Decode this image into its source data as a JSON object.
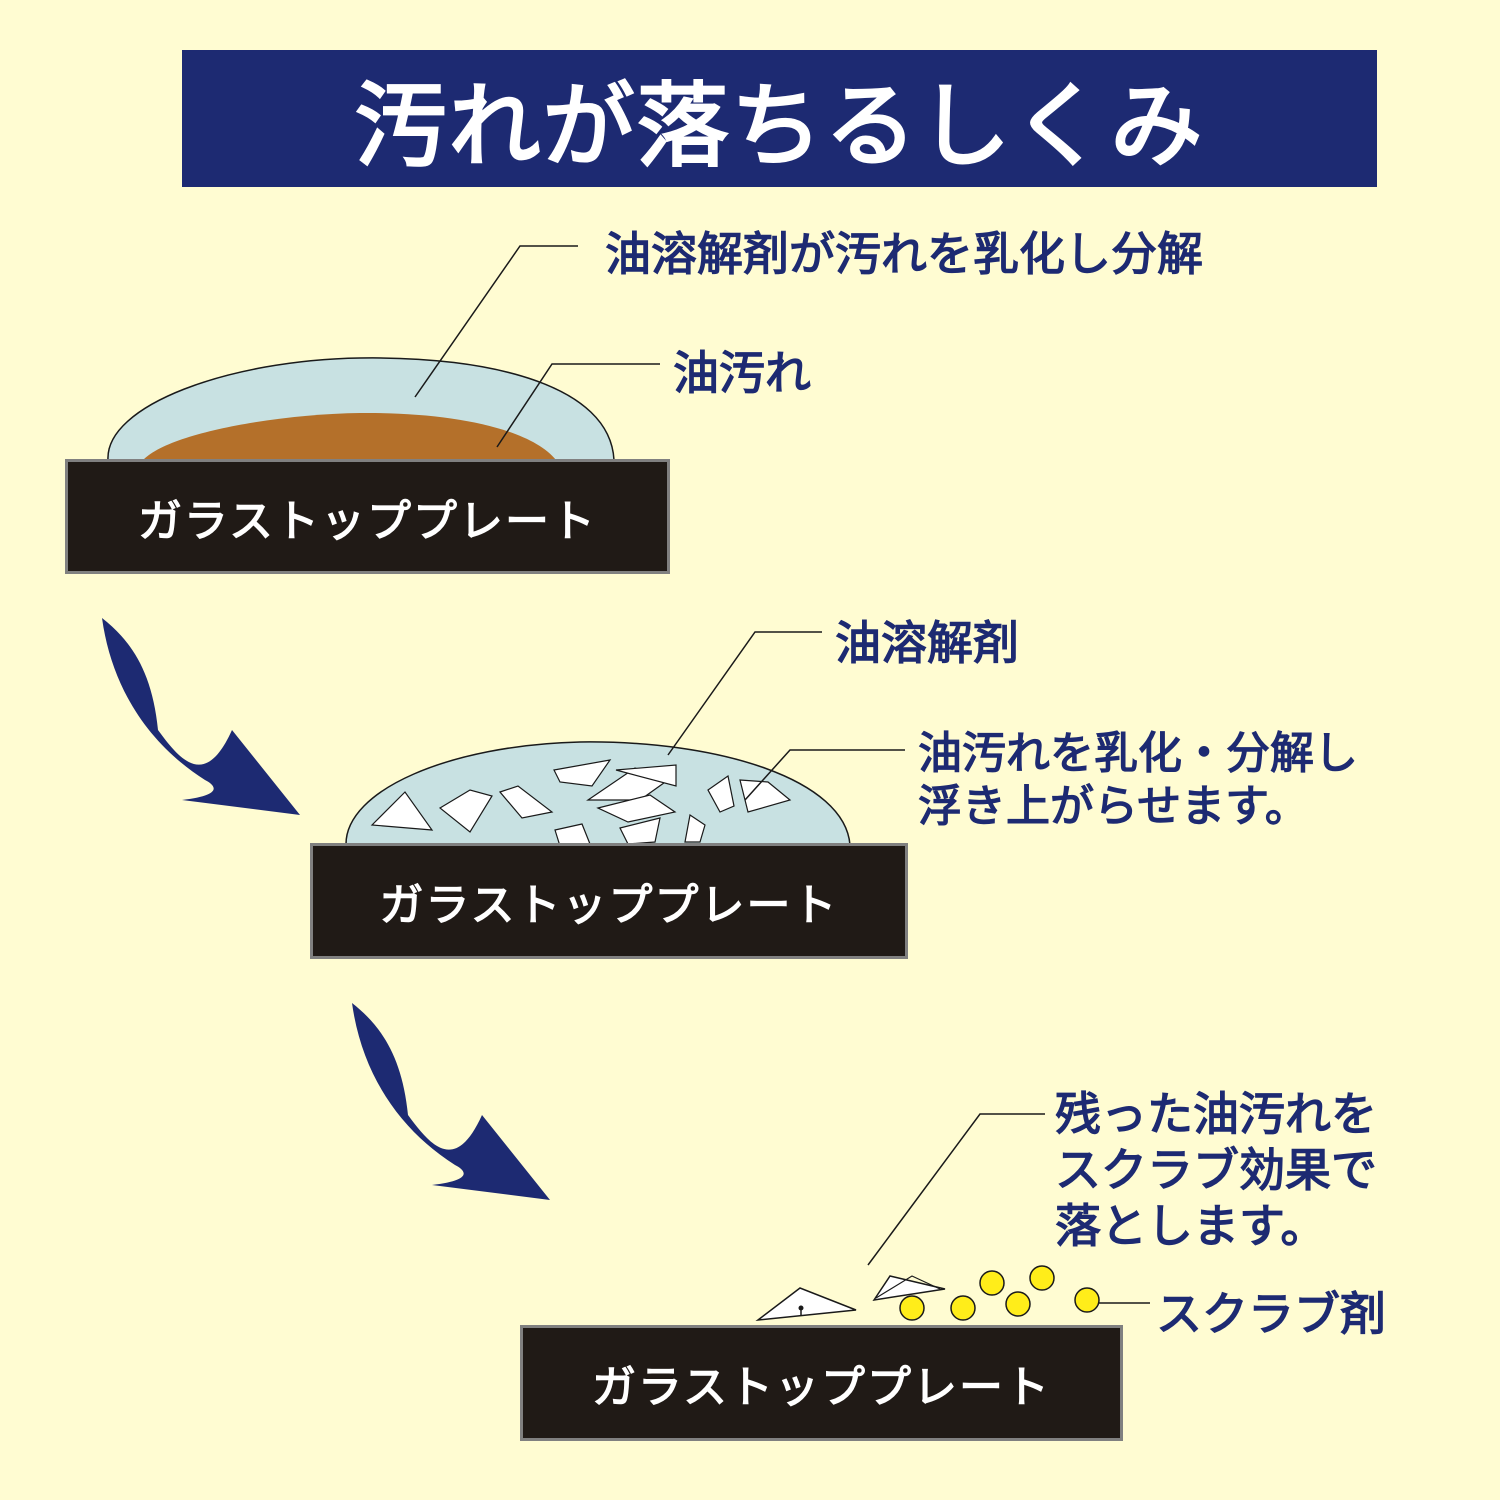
{
  "title": "汚れが落ちるしくみ",
  "plate_label": "ガラストッププレート",
  "colors": {
    "background": "#fffcd2",
    "accent_navy": "#1d2a72",
    "solvent_fill": "#c8e1e2",
    "oil_fill": "#b4702a",
    "plate_fill": "#201a16",
    "scrub_fill": "#ffed1a"
  },
  "stage1": {
    "solvent_callout": "油溶解剤が汚れを乳化し分解",
    "oil_callout": "油汚れ"
  },
  "stage2": {
    "solvent_callout": "油溶解剤",
    "emulsify_lines": [
      "油汚れを乳化・分解し",
      "浮き上がらせます。"
    ]
  },
  "stage3": {
    "scrub_lines": [
      "残った油汚れを",
      "スクラブ効果で",
      "落とします。"
    ],
    "scrub_agent": "スクラブ剤"
  }
}
